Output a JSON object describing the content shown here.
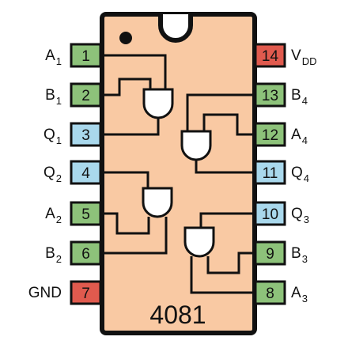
{
  "chip": {
    "part_number": "4081",
    "body_color": "#f9c9a3",
    "outline_color": "#111111"
  },
  "pin_colors": {
    "input": "#8dc27a",
    "output": "#a9d8ec",
    "power": "#e05a4e"
  },
  "pins": [
    {
      "num": "1",
      "label": "A",
      "sub": "1",
      "type": "input"
    },
    {
      "num": "2",
      "label": "B",
      "sub": "1",
      "type": "input"
    },
    {
      "num": "3",
      "label": "Q",
      "sub": "1",
      "type": "output"
    },
    {
      "num": "4",
      "label": "Q",
      "sub": "2",
      "type": "output"
    },
    {
      "num": "5",
      "label": "A",
      "sub": "2",
      "type": "input"
    },
    {
      "num": "6",
      "label": "B",
      "sub": "2",
      "type": "input"
    },
    {
      "num": "7",
      "label": "GND",
      "sub": "",
      "type": "power"
    },
    {
      "num": "8",
      "label": "A",
      "sub": "3",
      "type": "input"
    },
    {
      "num": "9",
      "label": "B",
      "sub": "3",
      "type": "input"
    },
    {
      "num": "10",
      "label": "Q",
      "sub": "3",
      "type": "output"
    },
    {
      "num": "11",
      "label": "Q",
      "sub": "4",
      "type": "output"
    },
    {
      "num": "12",
      "label": "A",
      "sub": "4",
      "type": "input"
    },
    {
      "num": "13",
      "label": "B",
      "sub": "4",
      "type": "input"
    },
    {
      "num": "14",
      "label": "V",
      "sub": "DD",
      "type": "power"
    }
  ],
  "gates": [
    {
      "name": "and-gate-1",
      "inputs": [
        "1",
        "2"
      ],
      "output": "3"
    },
    {
      "name": "and-gate-2",
      "inputs": [
        "5",
        "6"
      ],
      "output": "4"
    },
    {
      "name": "and-gate-3",
      "inputs": [
        "8",
        "9"
      ],
      "output": "10"
    },
    {
      "name": "and-gate-4",
      "inputs": [
        "12",
        "13"
      ],
      "output": "11"
    }
  ]
}
